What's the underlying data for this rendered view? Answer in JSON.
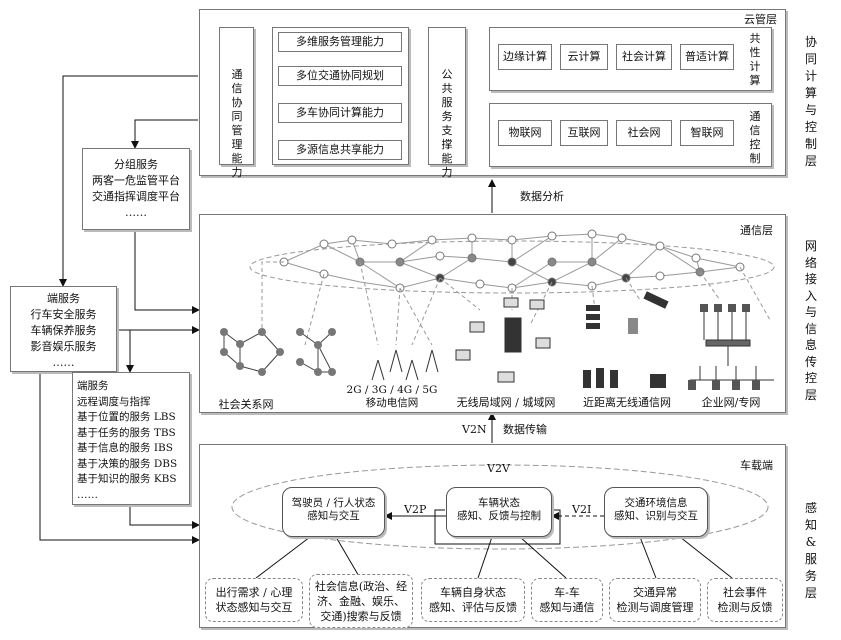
{
  "cloud_layer": {
    "label": "云管层",
    "comm_coord_mgmt": "通信协同管理能力",
    "capabilities": [
      "多维服务管理能力",
      "多位交通协同规划",
      "多车协同计算能力",
      "多源信息共享能力"
    ],
    "public_service": "公共服务支撑能力",
    "computing": [
      "边缘计算",
      "云计算",
      "社会计算",
      "普适计算"
    ],
    "computing_label": "共性计算",
    "networks": [
      "物联网",
      "互联网",
      "社会网",
      "智联网"
    ],
    "networks_label": "通信控制"
  },
  "comm_layer": {
    "label": "通信层",
    "groups": [
      "社会关系网",
      "2G / 3G / 4G / 5G\n移动电信网",
      "无线局域网 / 城域网",
      "近距离无线通信网",
      "企业网/专网"
    ]
  },
  "vehicle_layer": {
    "label": "车载端",
    "v2v": "V2V",
    "v2p": "V2P",
    "v2i": "V2I",
    "driver": "驾驶员 / 行人状态\n感知与交互",
    "vehicle_state": "车辆状态\n感知、反馈与控制",
    "traffic_env": "交通环境信息\n感知、识别与交互",
    "bottom_boxes": [
      "出行需求 / 心理\n状态感知与交互",
      "社会信息(政治、经\n济、金融、娱乐、\n交通)搜索与反馈",
      "车辆自身状态\n感知、评估与反馈",
      "车-车\n感知与通信",
      "交通异常\n检测与调度管理",
      "社会事件\n检测与反馈"
    ]
  },
  "left_services": {
    "group_service": "分组服务\n两客一危监管平台\n交通指挥调度平台\n……",
    "end_service_1": "端服务\n行车安全服务\n车辆保养服务\n影音娱乐服务\n……",
    "end_service_2": "端服务\n远程调度与指挥\n基于位置的服务 LBS\n基于任务的服务 TBS\n基于信息的服务 IBS\n基于决策的服务 DBS\n基于知识的服务 KBS\n……"
  },
  "arrows": {
    "data_analysis": "数据分析",
    "v2n": "V2N",
    "data_transfer": "数据传输"
  },
  "right_labels": {
    "cloud": "协同计算与控制层",
    "network": "网络接入与信息传控层",
    "sensing": "感知&服务层"
  }
}
